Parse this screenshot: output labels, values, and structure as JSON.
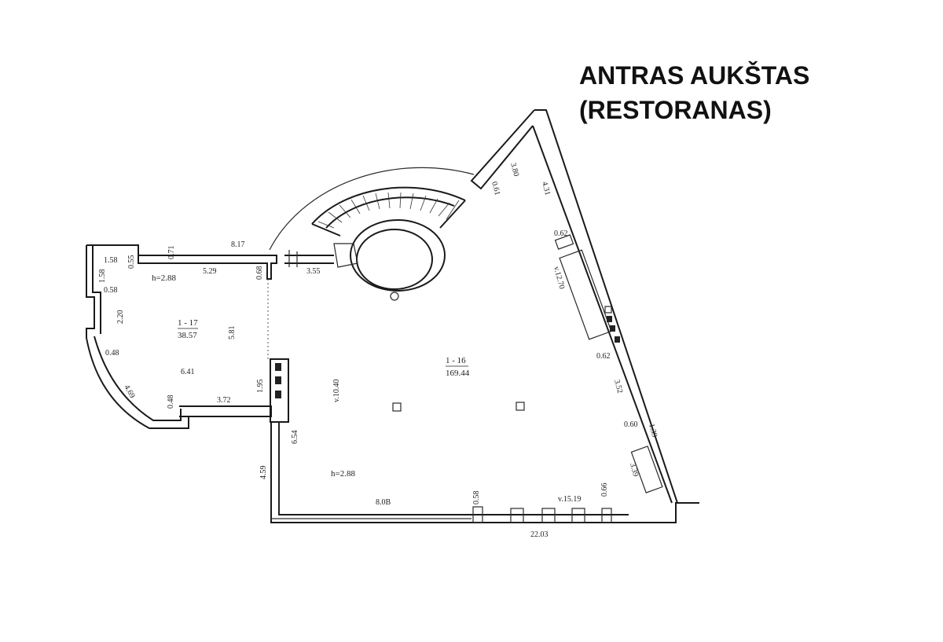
{
  "title": {
    "line1": "ANTRAS AUKŠTAS",
    "line2": "(RESTORANAS)"
  },
  "rooms": [
    {
      "code": "1 - 17",
      "area": "38.57",
      "height": "h=2.88"
    },
    {
      "code": "1 - 16",
      "area": "169.44",
      "height": "h=2.88"
    }
  ],
  "dimensions": {
    "d_8_17": "8.17",
    "d_1_58": "1.58",
    "d_0_55": "0.55",
    "d_0_71": "0.71",
    "d_5_29": "5.29",
    "d_0_68": "0.68",
    "d_3_55": "3.55",
    "d_1_58b": "1.58",
    "d_0_58": "0.58",
    "d_2_20": "2.20",
    "d_0_48": "0.48",
    "d_5_81": "5.81",
    "d_6_41": "6.41",
    "d_4_69": "4.69",
    "d_0_48b": "0.48",
    "d_3_72": "3.72",
    "d_1_95": "1.95",
    "d_v10_40": "v.10.40",
    "d_6_54": "6.54",
    "d_4_59": "4.59",
    "d_8_08": "8.0B",
    "d_0_58b": "0.58",
    "d_v15_19": "v.15.19",
    "d_0_66": "0.66",
    "d_22_03": "22.03",
    "d_0_61": "0.61",
    "d_3_80": "3.80",
    "d_4_31": "4.31",
    "d_0_62": "0.62",
    "d_v12_70": "v.12.70",
    "d_0_62b": "0.62",
    "d_3_52": "3.52",
    "d_0_60": "0.60",
    "d_1_39": "1.39",
    "d_3_39": "3.39"
  }
}
